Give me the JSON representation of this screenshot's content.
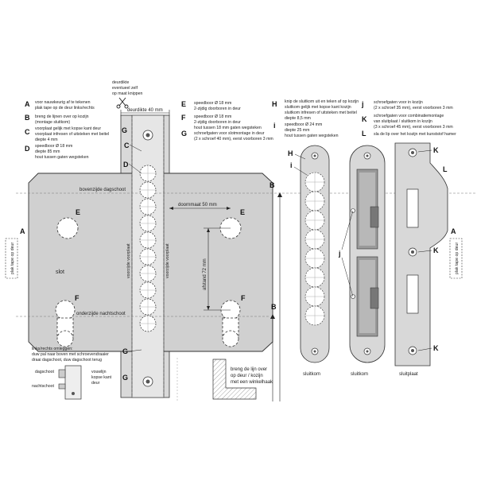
{
  "legend": {
    "A": [
      "voor nauwkeurig af te tekenen",
      "plak tape op de deur links/rechts"
    ],
    "B": [
      "breng de lijnen over op kozijn",
      "(montage sluitkom)"
    ],
    "C": [
      "voorplaat gelijk met kopse kant deur",
      "voorplaat infresen of uitsteken met beitel",
      "diepte 4 mm"
    ],
    "D": [
      "speedboor Ø 18 mm",
      "diepte 85 mm",
      "hout tussen gaten wegsteken"
    ],
    "E": [
      "speedboor Ø 18 mm",
      "2-zijdig doorboren in deur"
    ],
    "F": [
      "speedboor Ø 18 mm",
      "2-zijdig doorboren in deur",
      "hout tussen 18 mm gaten wegsteken"
    ],
    "G": [
      "schroefgaten voor slotmontage in deur",
      "(2 x schroef 40 mm), eerst voorboren 3 mm"
    ],
    "H": [
      "knip de sluitkom uit en teken af op kozijn",
      "sluitkom gelijk met kopse kant kozijn",
      "sluitkom infresen of uitsteken met beitel",
      "diepte 8,5 mm"
    ],
    "i": [
      "speedboor Ø 24 mm",
      "diepte 25 mm",
      "hout tussen gaten wegsteken"
    ],
    "j": [
      "schroefgaten voor in kozijn",
      "(2 x schroef 35 mm), eerst voorboren 3 mm"
    ],
    "K": [
      "schroefgaten voor combinatiemontage",
      "van sluitplaat / sluitkom in kozijn",
      "(3 x schroef 45 mm), eerst voorboren 3 mm"
    ],
    "L": [
      "sla de lip over het kozijn met kunststof hamer"
    ]
  },
  "diagram": {
    "cut_note": [
      "deurdikte",
      "eventueel zelf",
      "op maat knippen"
    ],
    "door_thickness": "deurdikte 40 mm",
    "top_line": "bovenzijde dagschoot",
    "bottom_line": "onderzijde nachtschoot",
    "backset": "doornmaat 50 mm",
    "center_distance": "afstand 72 mm",
    "lock_label": "slot",
    "faceplate_left": "voorzijde voorplaat",
    "faceplate_right": "voorzijde voorplaat",
    "tape_label": "plak tape op deur",
    "fold_note": [
      "vouwlijn",
      "kopse kant",
      "deur"
    ],
    "angle_note": [
      "breng de lijn over",
      "op deur / kozijn",
      "met een winkelhaak"
    ],
    "reverse_note": [
      "links/rechts omleggen:",
      "duw pal naar boven met schroevendraaier",
      "draai dagschoot, duw dagschoot terug"
    ],
    "latch_label": "dagschoot",
    "deadbolt_label": "nachtschoot",
    "keep_label_1": "sluitkom",
    "keep_label_2": "sluitkom",
    "strike_label": "sluitplaat"
  }
}
